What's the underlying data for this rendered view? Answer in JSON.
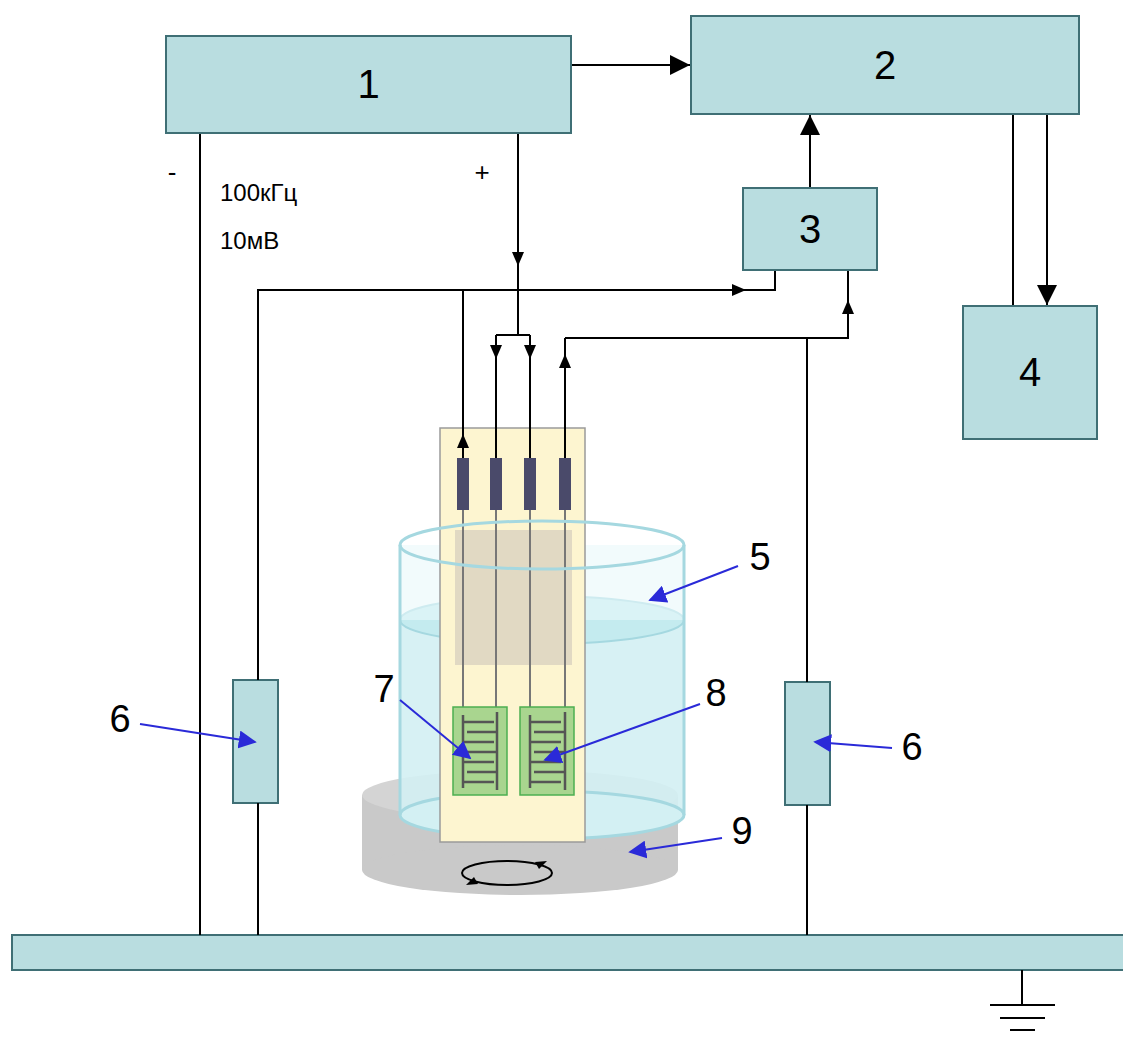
{
  "diagram": {
    "nodes": [
      {
        "text": [
          "1"
        ]
      },
      {
        "text": [
          "2"
        ]
      },
      {
        "text": [
          "3"
        ]
      },
      {
        "text": [
          "4"
        ]
      }
    ],
    "edges": [
      {
        "from": 0,
        "to": 1,
        "arrow": "to"
      },
      {
        "from": 1,
        "to": 3,
        "arrow": "none"
      },
      {
        "from": 1,
        "to": 3,
        "arrow": "to"
      },
      {
        "from": 2,
        "to": 1,
        "arrow": "to"
      }
    ],
    "labels": [
      "-",
      "100кГц",
      "10мВ",
      "+",
      "5",
      "6",
      "7",
      "8",
      "6",
      "9"
    ]
  }
}
